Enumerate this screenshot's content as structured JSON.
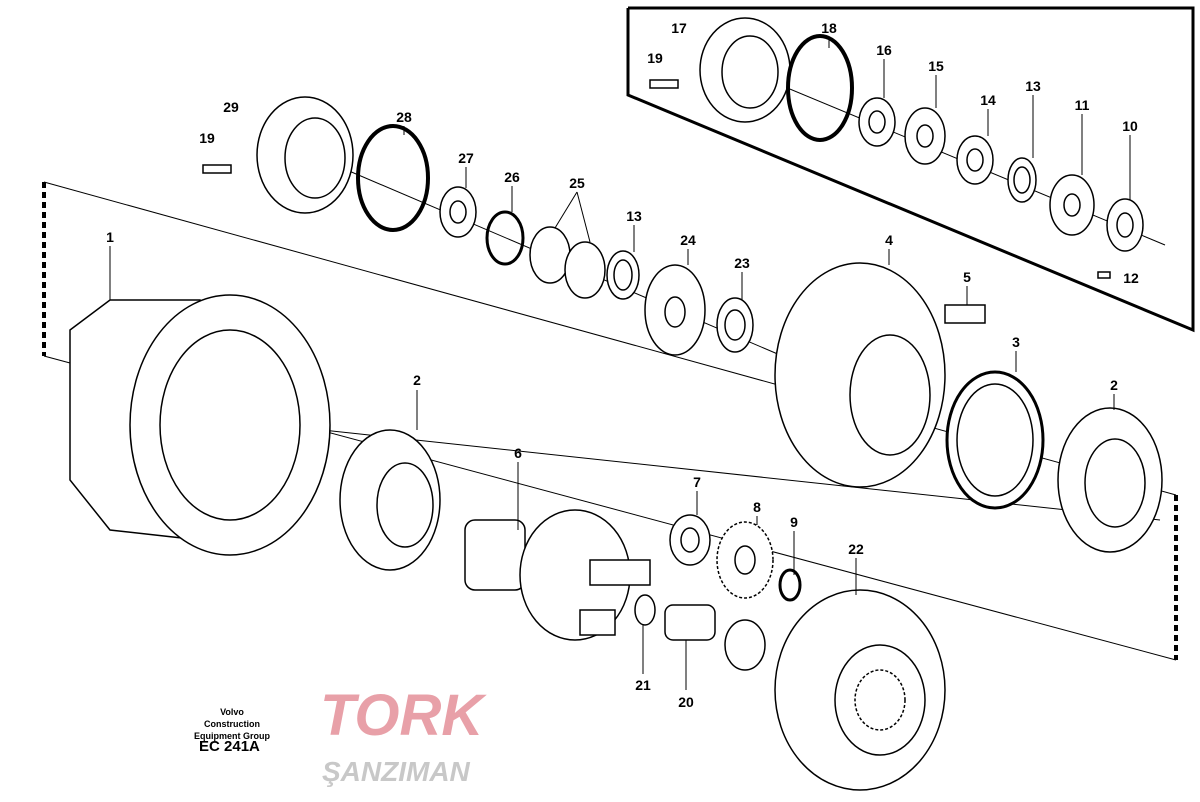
{
  "diagram": {
    "caption_line1": "Volvo Construction",
    "caption_line2": "Equipment Group",
    "code": "EC 241A",
    "watermark": {
      "brand": "TORK",
      "sub": "ŞANZIMAN",
      "color_red": "#e8a0a8",
      "color_grey": "#c8c8c8"
    },
    "labels": [
      "17",
      "18",
      "19",
      "16",
      "15",
      "14",
      "13",
      "11",
      "10",
      "12",
      "29",
      "28",
      "19",
      "27",
      "26",
      "25",
      "13",
      "24",
      "23",
      "4",
      "5",
      "1",
      "3",
      "2",
      "2",
      "6",
      "7",
      "8",
      "9",
      "22",
      "21",
      "20"
    ]
  }
}
